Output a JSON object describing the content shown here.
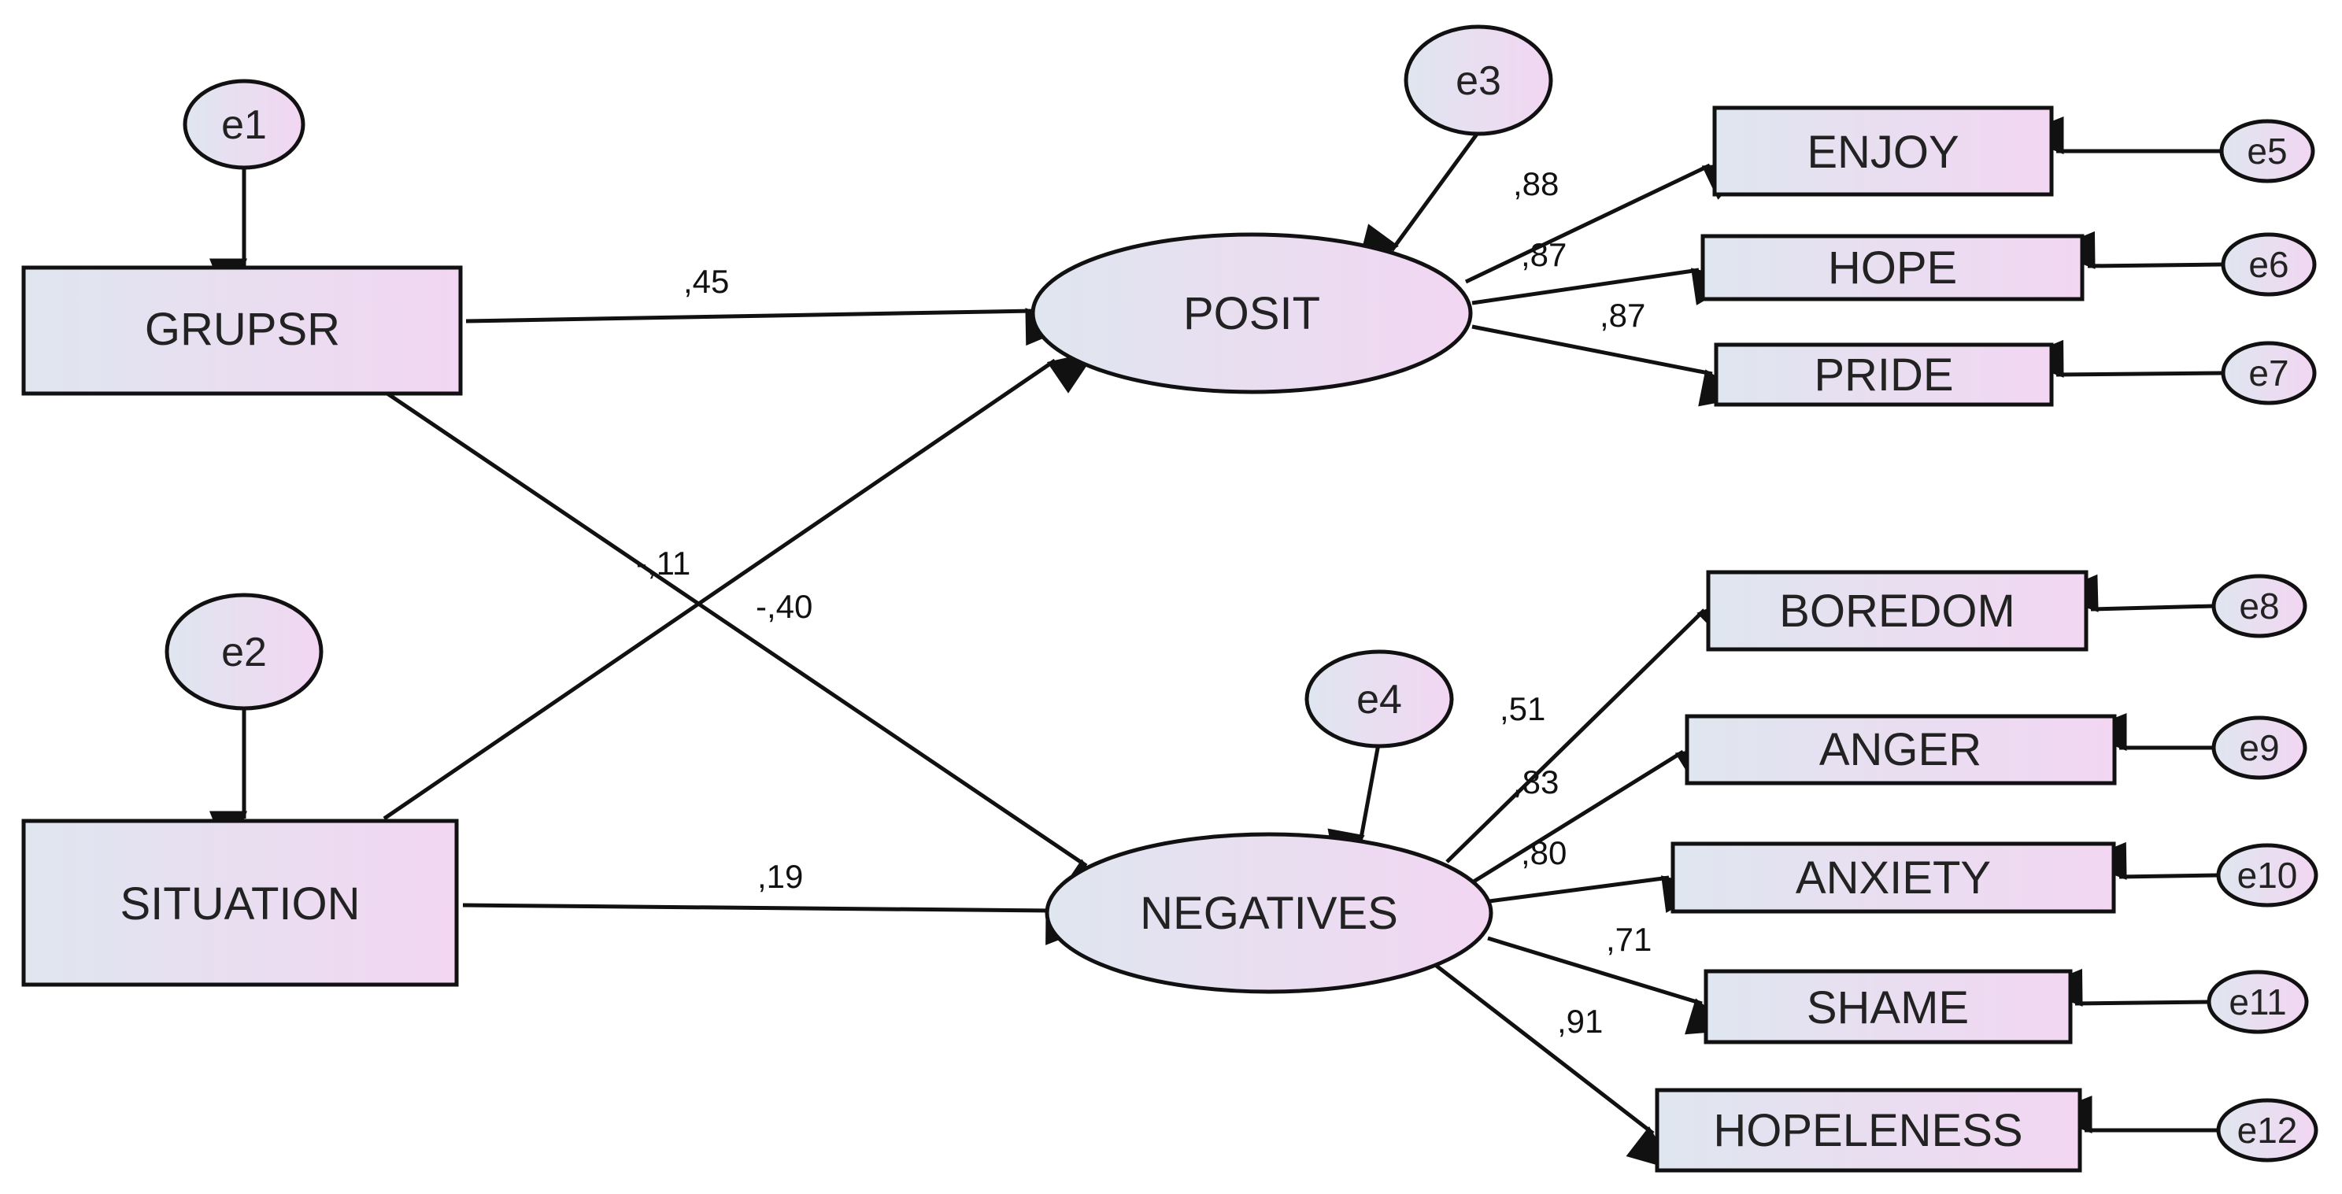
{
  "colors": {
    "stroke": "#111111",
    "fill_start": "#dfe6ef",
    "fill_end": "#f2d6f2",
    "text": "#222222"
  },
  "nodes": {
    "grupsr": "GRUPSR",
    "situation": "SITUATION",
    "posit": "POSIT",
    "negatives": "NEGATIVES",
    "enjoy": "ENJOY",
    "hope": "HOPE",
    "pride": "PRIDE",
    "boredom": "BOREDOM",
    "anger": "ANGER",
    "anxiety": "ANXIETY",
    "shame": "SHAME",
    "hopeleness": "HOPELENESS"
  },
  "errors": {
    "e1": "e1",
    "e2": "e2",
    "e3": "e3",
    "e4": "e4",
    "e5": "e5",
    "e6": "e6",
    "e7": "e7",
    "e8": "e8",
    "e9": "e9",
    "e10": "e10",
    "e11": "e11",
    "e12": "e12"
  },
  "paths": {
    "grupsr_posit": ",45",
    "situation_posit": "-,11",
    "grupsr_negatives": "-,40",
    "situation_negatives": ",19",
    "posit_enjoy": ",88",
    "posit_hope": ",87",
    "posit_pride": ",87",
    "negatives_boredom": ",51",
    "negatives_anger": ",83",
    "negatives_anxiety": ",80",
    "negatives_shame": ",71",
    "negatives_hopeleness": ",91"
  }
}
